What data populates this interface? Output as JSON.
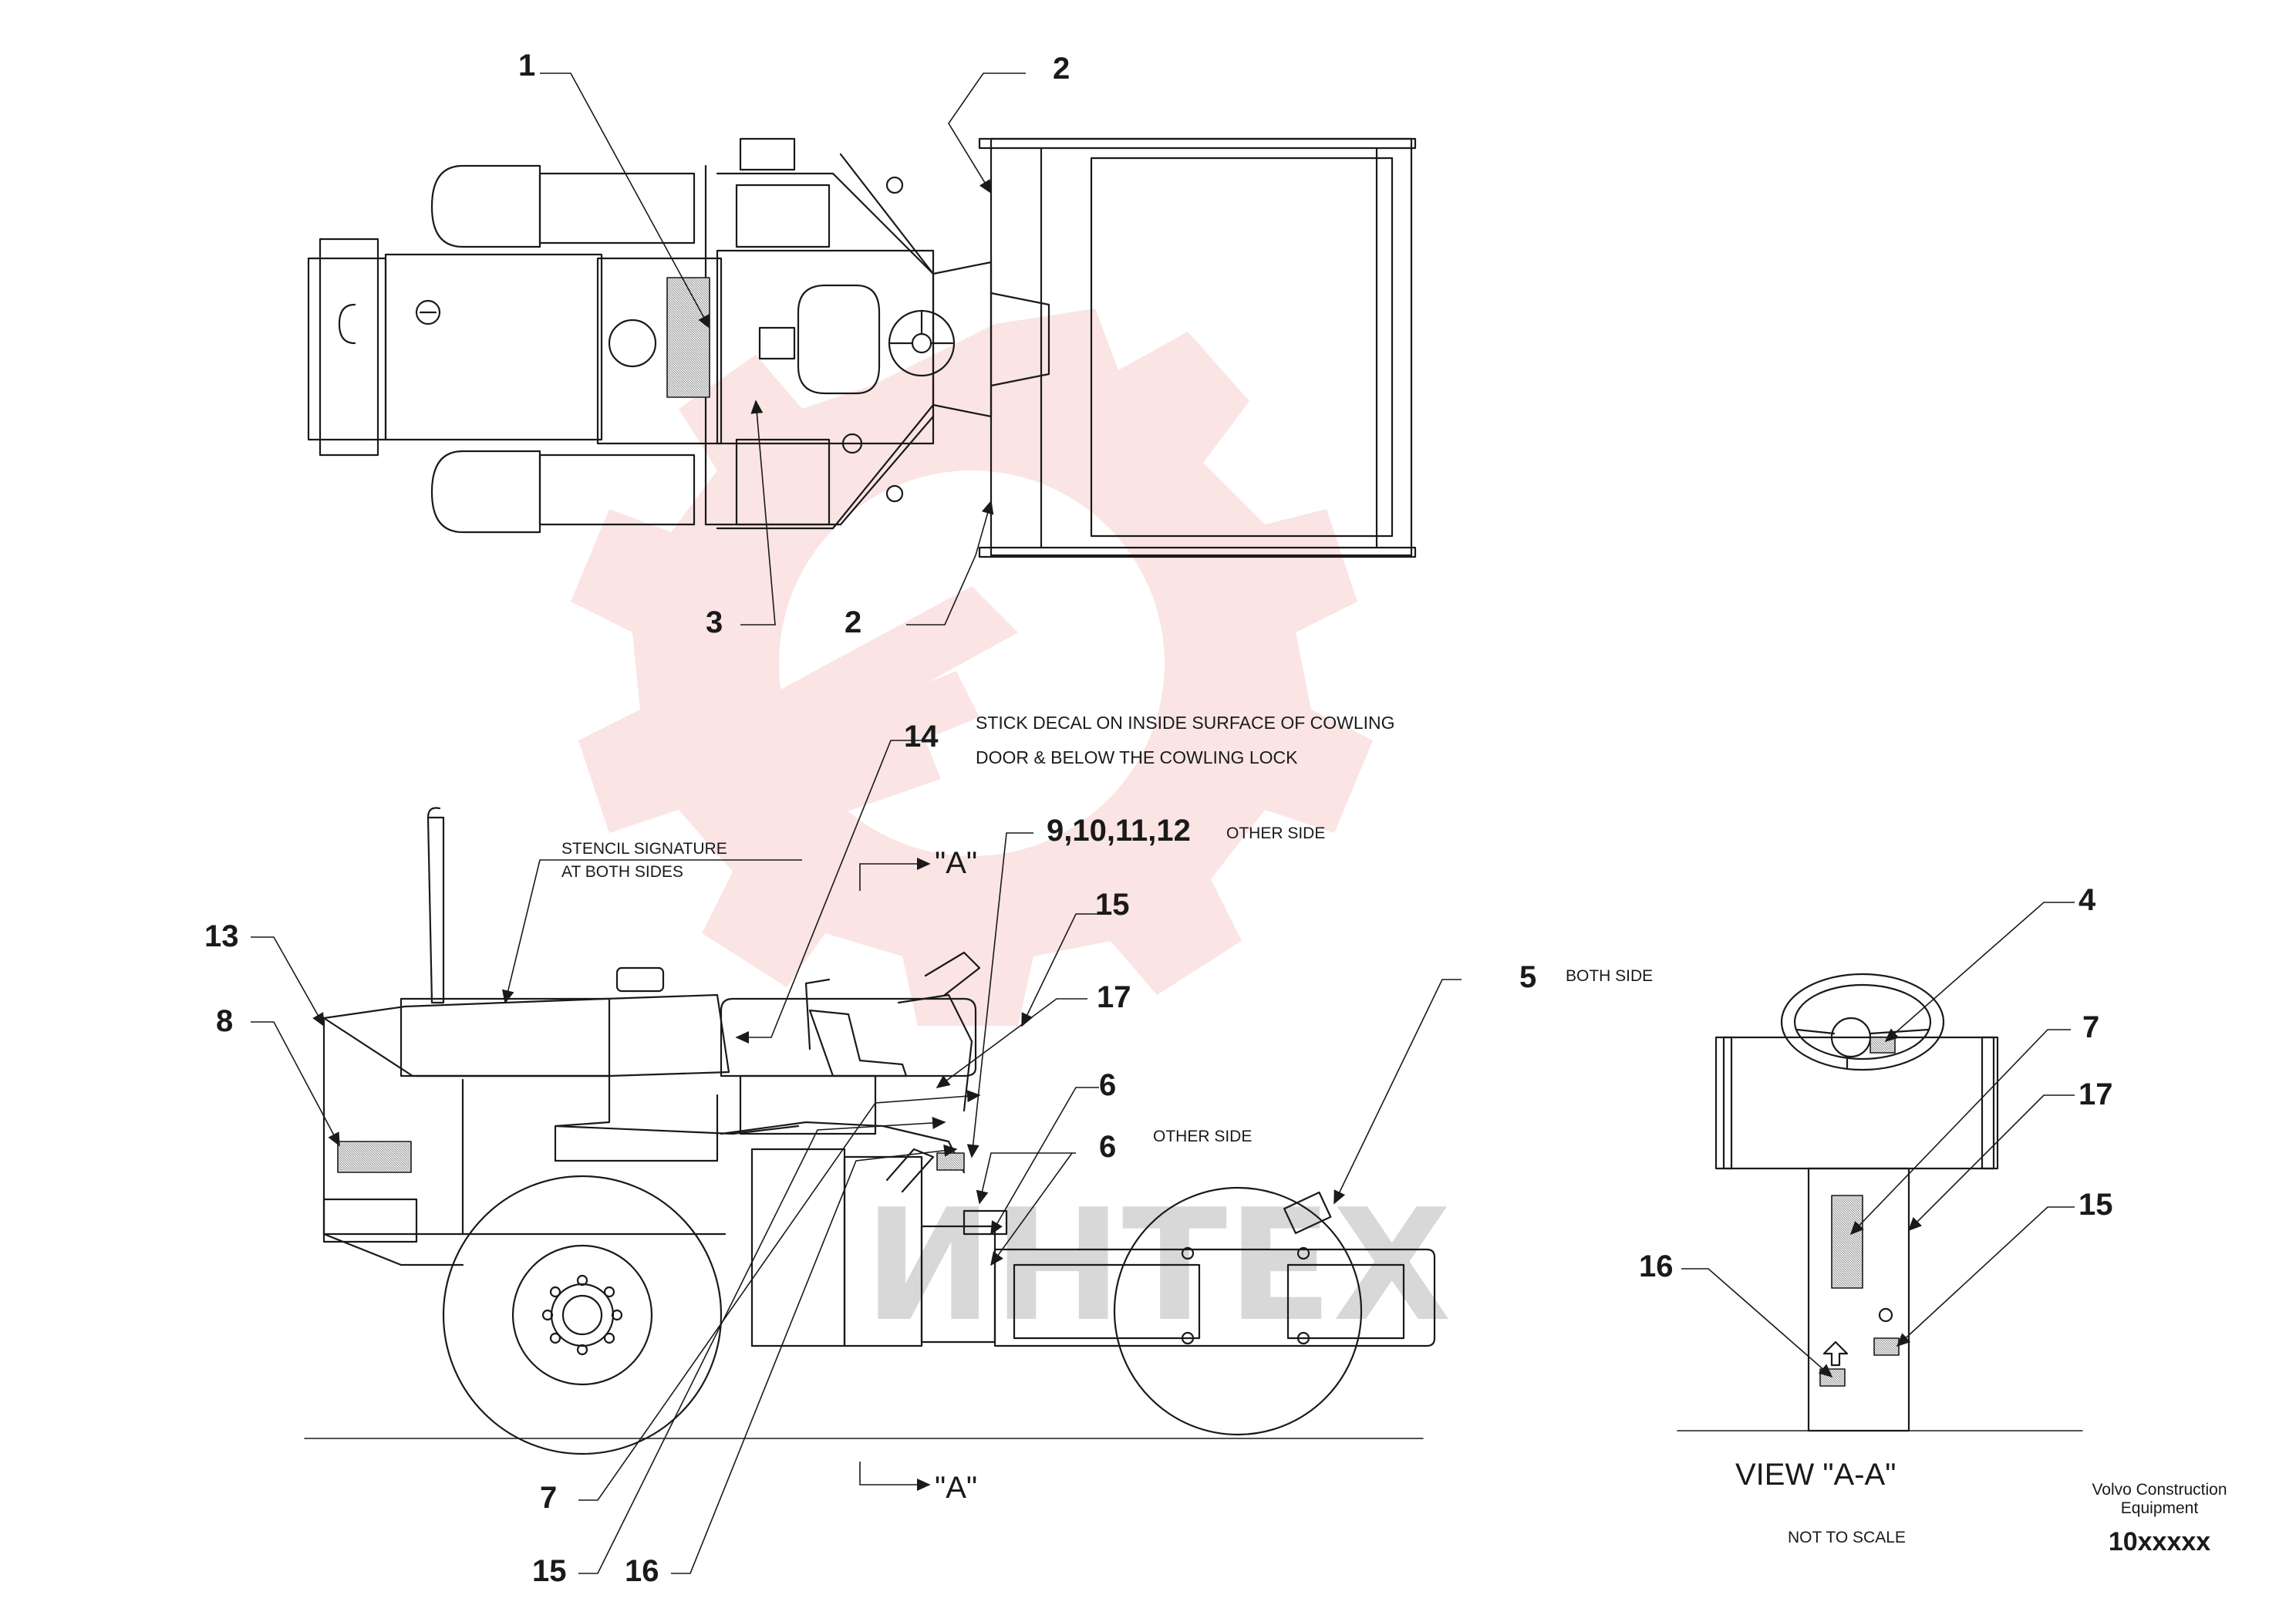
{
  "watermark": {
    "text": "ИНТЕХ",
    "color": "#f2b3b3",
    "text_color": "#d8d8d8"
  },
  "callouts": {
    "top_1": "1",
    "top_2a": "2",
    "top_2b": "2",
    "top_3": "3",
    "side_14": "14",
    "side_9_12": "9,10,11,12",
    "side_15": "15",
    "side_17": "17",
    "side_13": "13",
    "side_8": "8",
    "side_6a": "6",
    "side_6b": "6",
    "side_5": "5",
    "side_7": "7",
    "side_15b": "15",
    "side_16": "16",
    "view_4": "4",
    "view_7": "7",
    "view_17": "17",
    "view_15": "15",
    "view_16": "16"
  },
  "notes": {
    "cowling_line1": "STICK DECAL ON INSIDE SURFACE OF COWLING",
    "cowling_line2": "DOOR & BELOW THE COWLING LOCK",
    "other_side_a": "OTHER SIDE",
    "other_side_b": "OTHER SIDE",
    "both_side": "BOTH SIDE",
    "stencil_line1": "STENCIL SIGNATURE",
    "stencil_line2": "AT BOTH SIDES",
    "section_top": "\"A\"",
    "section_bottom": "\"A\"",
    "view_title": "VIEW \"A-A\"",
    "not_to_scale": "NOT TO SCALE"
  },
  "title_block": {
    "company_line1": "Volvo Construction",
    "company_line2": "Equipment",
    "part_number": "10xxxxx"
  }
}
